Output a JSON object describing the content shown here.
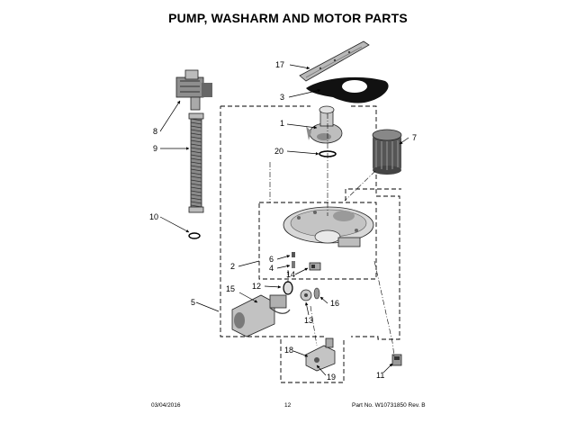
{
  "title": "PUMP, WASHARM AND MOTOR PARTS",
  "callouts": {
    "c1": "1",
    "c2": "2",
    "c3": "3",
    "c4": "4",
    "c5": "5",
    "c6": "6",
    "c7": "7",
    "c8": "8",
    "c9": "9",
    "c10": "10",
    "c11": "11",
    "c12": "12",
    "c13": "13",
    "c14": "14",
    "c15": "15",
    "c16": "16",
    "c17": "17",
    "c18": "18",
    "c19": "19",
    "c20": "20"
  },
  "footer": {
    "date": "03/04/2016",
    "page": "12",
    "part_no": "Part No. W10731850  Rev. B"
  }
}
